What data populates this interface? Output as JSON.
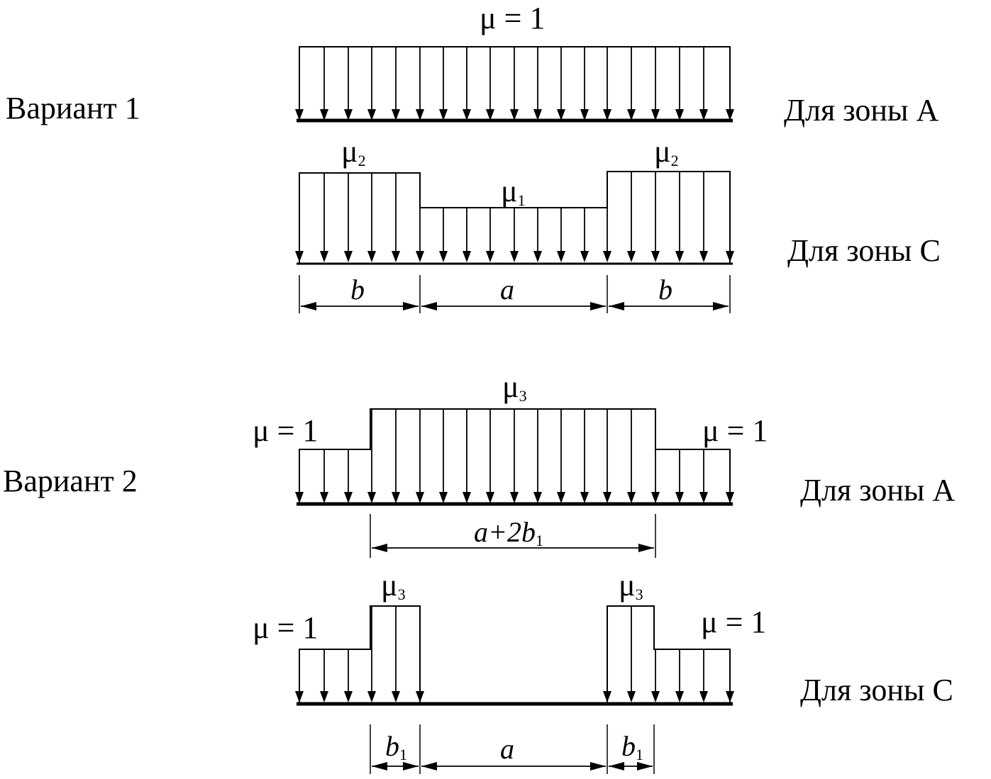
{
  "variants": [
    {
      "title": "Вариант 1",
      "zone_a": {
        "zone_label": "Для зоны А",
        "load_label": "μ = 1"
      },
      "zone_c": {
        "zone_label": "Для зоны С",
        "mu_side": "μ",
        "mu_side_sub": "2",
        "mu_center": "μ",
        "mu_center_sub": "1",
        "dim_side": "b",
        "dim_center": "a"
      }
    },
    {
      "title": "Вариант 2",
      "zone_a": {
        "zone_label": "Для зоны А",
        "mu_side": "μ = 1",
        "mu_center": "μ",
        "mu_center_sub": "3",
        "dim_main": "a+2b",
        "dim_main_sub": "1"
      },
      "zone_c": {
        "zone_label": "Для зоны С",
        "mu_side": "μ = 1",
        "mu_peak": "μ",
        "mu_peak_sub": "3",
        "dim_side": "b",
        "dim_side_sub": "1",
        "dim_center": "a"
      }
    }
  ],
  "colors": {
    "ink": "#000000",
    "background": "#ffffff"
  }
}
